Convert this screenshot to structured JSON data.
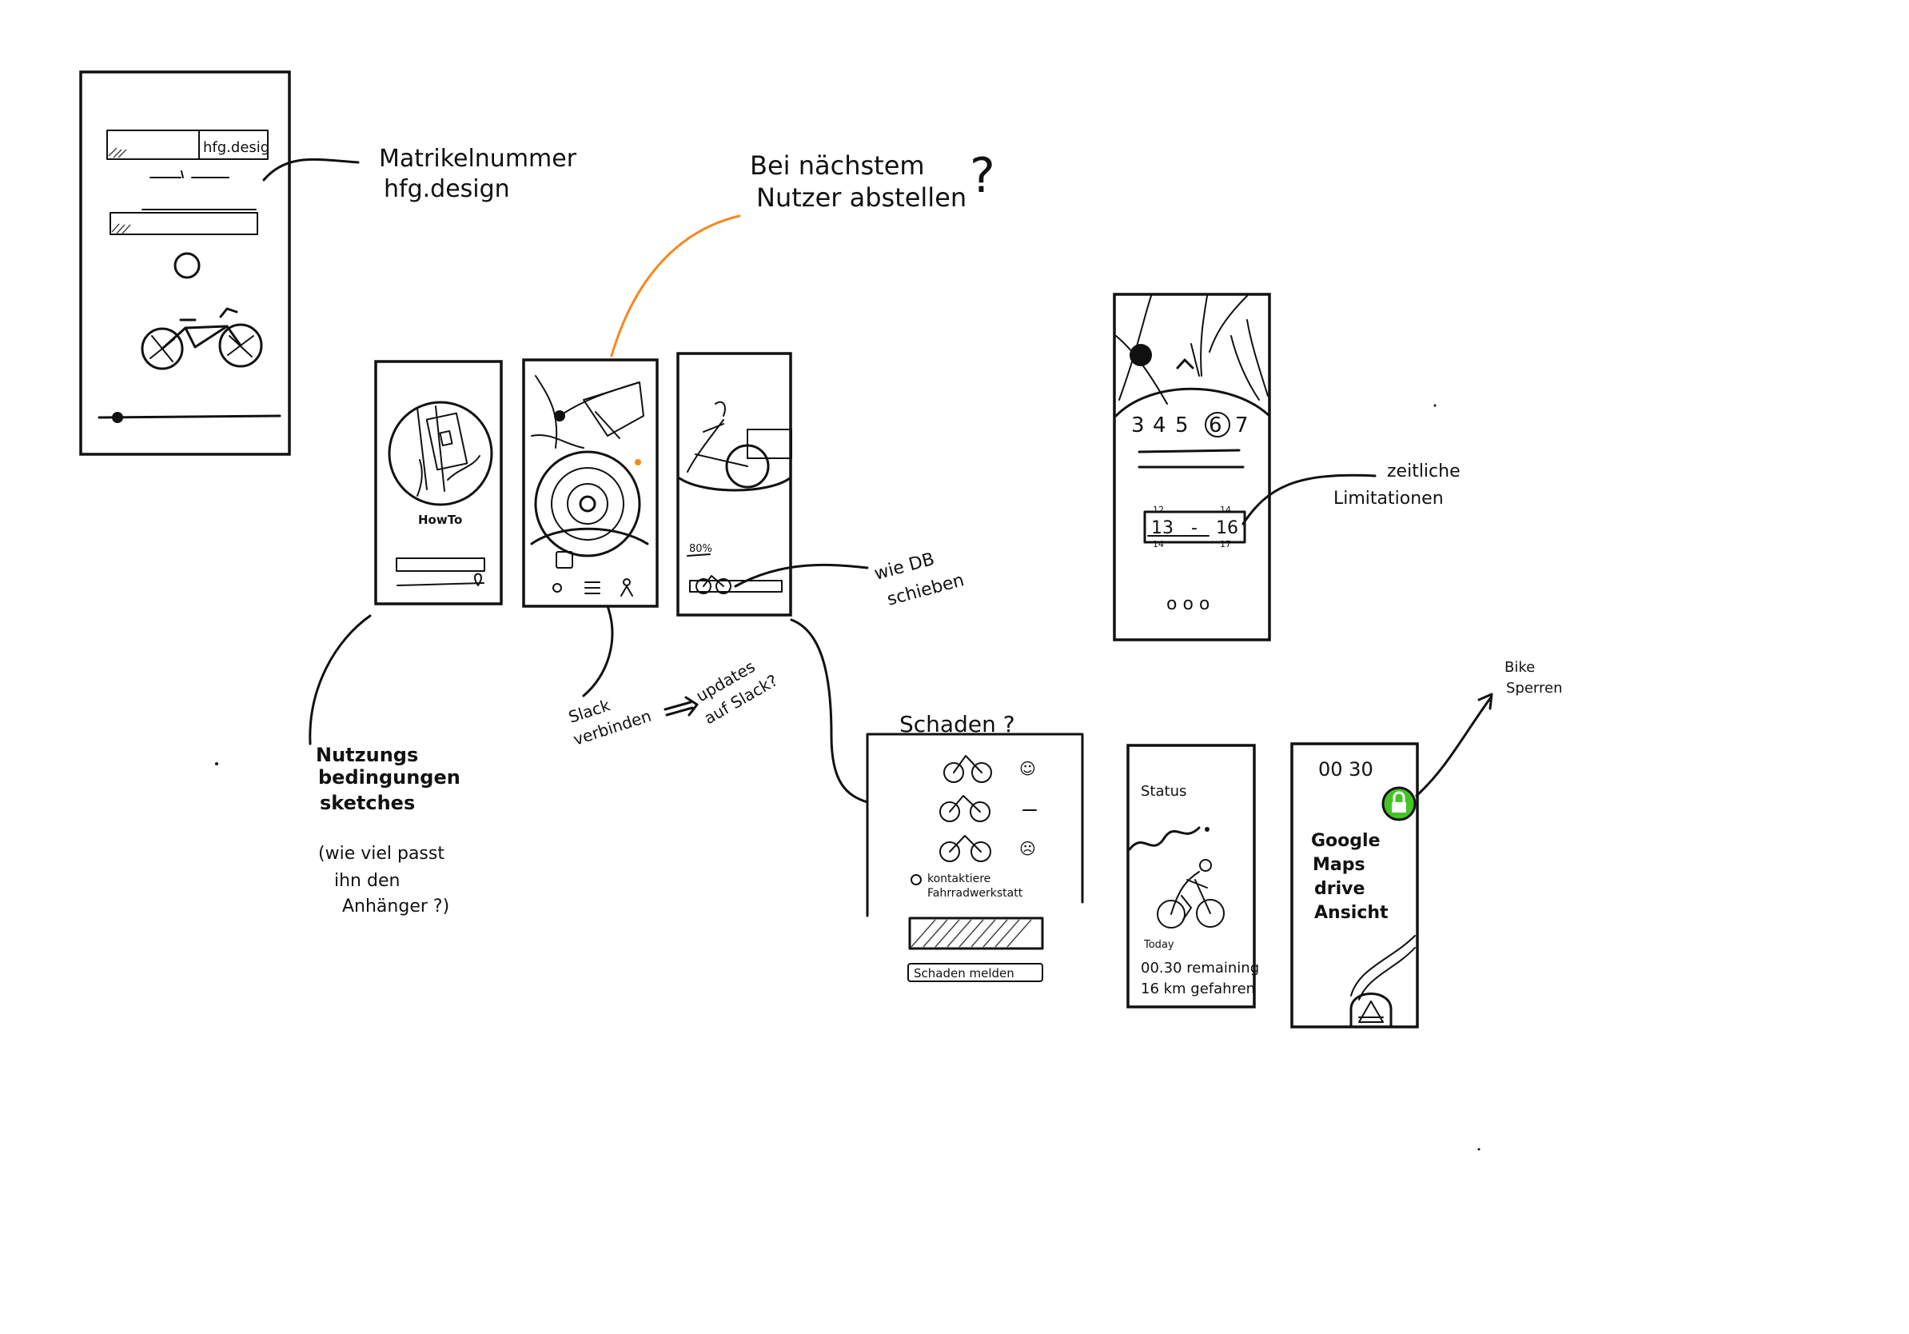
{
  "colors": {
    "ink": "#111111",
    "paper": "#ffffff",
    "orange_accent": "#f5891f",
    "lock_green": "#44c324"
  },
  "icons": [
    "bicycle-icon",
    "lock-icon",
    "location-pin-icon",
    "profile-icon",
    "scan-icon",
    "navigation-arrow-icon"
  ],
  "login_screen": {
    "field1_value": "hfg.desig"
  },
  "notes": {
    "matrikel_line1": "Matrikelnummer",
    "matrikel_line2": "hfg.design",
    "naechster_line1": "Bei nächstem",
    "naechster_line2": "Nutzer abstellen",
    "naechster_q": "?",
    "nutzungs_line1": "Nutzungs",
    "nutzungs_line2": "bedingungen",
    "nutzungs_line3": "sketches",
    "anhaenger_line1": "(wie viel passt",
    "anhaenger_line2": "ihn den",
    "anhaenger_line3": "Anhänger ?)",
    "slack_line1": "Slack",
    "slack_line2": "verbinden",
    "slack_updates1": "updates",
    "slack_updates2": "auf Slack?",
    "db_line1": "wie DB",
    "db_line2": "schieben",
    "zeitliche_line1": "zeitliche",
    "zeitliche_line2": "Limitationen",
    "bike_line1": "Bike",
    "bike_line2": "Sperren"
  },
  "howto_screen": {
    "label": "HowTo"
  },
  "trailer_screen": {
    "percent": "80%"
  },
  "calendar_screen": {
    "days": [
      "3",
      "4",
      "5",
      "6",
      "7"
    ],
    "selected_day": "6",
    "time_top_left": "12",
    "time_top_right": "14",
    "time_start": "13",
    "time_dash": "-",
    "time_end": "16",
    "time_bottom_left": "14",
    "time_bottom_right": "17",
    "dots": "o o o"
  },
  "damage_screen": {
    "title": "Schaden ?",
    "contact": "kontaktiere",
    "contact2": "Fahrradwerkstatt",
    "button": "Schaden melden"
  },
  "status_screen": {
    "title": "Status",
    "today": "Today",
    "remaining": "00.30 remaining",
    "distance": "16 km gefahren"
  },
  "nav_screen": {
    "timer": "00 30",
    "line1": "Google",
    "line2": "Maps",
    "line3": "drive",
    "line4": "Ansicht"
  }
}
